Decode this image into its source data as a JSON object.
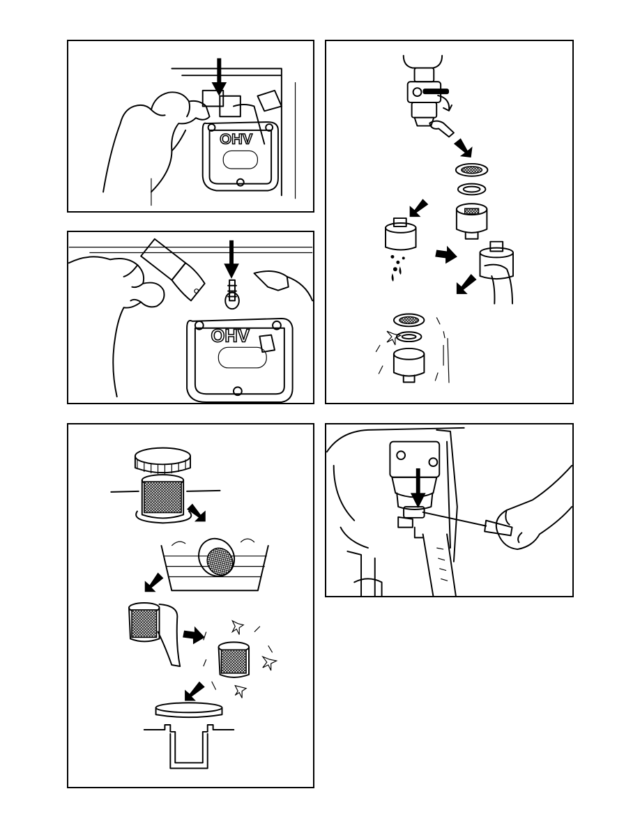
{
  "page": {
    "background": "#ffffff",
    "ink": "#000000"
  },
  "panels": [
    {
      "id": "spark-plug-cap-removal",
      "label": "OHV",
      "icons": [
        "hand-icon",
        "down-arrow-icon",
        "spark-plug-cap-icon",
        "valve-cover-icon"
      ]
    },
    {
      "id": "fuel-cup-cleaning",
      "icons": [
        "fuel-valve-icon",
        "wrench-icon",
        "gasket-icon",
        "filter-screen-icon",
        "sediment-cup-icon",
        "drip-icon",
        "cloth-icon",
        "sparkle-icon"
      ]
    },
    {
      "id": "spark-plug-check",
      "label": "OHV",
      "icons": [
        "spark-plug-cap-icon",
        "hand-icon",
        "down-arrow-icon",
        "spark-plug-icon"
      ]
    },
    {
      "id": "fuel-filter-cleaning",
      "icons": [
        "fuel-cap-icon",
        "fuel-strainer-icon",
        "solvent-tub-icon",
        "cloth-icon",
        "sparkle-icon",
        "filler-neck-icon"
      ]
    },
    {
      "id": "carburetor-drain",
      "icons": [
        "carburetor-icon",
        "drain-screw-icon",
        "screwdriver-icon",
        "hand-icon",
        "down-arrow-icon"
      ]
    }
  ]
}
